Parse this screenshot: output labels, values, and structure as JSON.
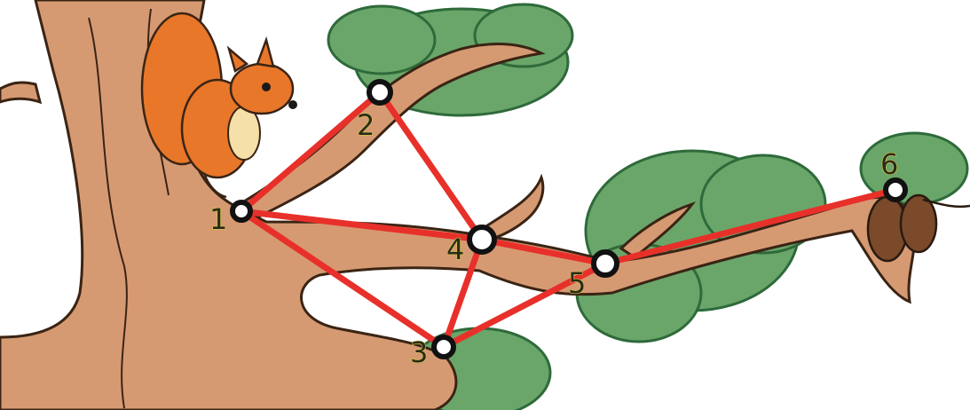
{
  "graph": {
    "nodes": [
      {
        "id": "1",
        "label": "1"
      },
      {
        "id": "2",
        "label": "2"
      },
      {
        "id": "3",
        "label": "3"
      },
      {
        "id": "4",
        "label": "4"
      },
      {
        "id": "5",
        "label": "5"
      },
      {
        "id": "6",
        "label": "6"
      }
    ],
    "edges": [
      [
        "1",
        "2"
      ],
      [
        "1",
        "4"
      ],
      [
        "1",
        "3"
      ],
      [
        "2",
        "4"
      ],
      [
        "4",
        "3"
      ],
      [
        "4",
        "5"
      ],
      [
        "3",
        "5"
      ],
      [
        "5",
        "6"
      ]
    ]
  },
  "colors": {
    "edge": "#e8302a",
    "node_fill": "#ffffff",
    "node_stroke": "#111111",
    "bark": "#d69a73",
    "bark_outline": "#3a2414",
    "foliage": "#6aa66a",
    "foliage_dark": "#2e6a3a",
    "squirrel": "#e8772a",
    "pinecone": "#7a4a2a"
  },
  "icons": {
    "squirrel": "squirrel-illustration",
    "pinecone": "pinecone-illustration",
    "tree": "tree-branch-illustration"
  }
}
